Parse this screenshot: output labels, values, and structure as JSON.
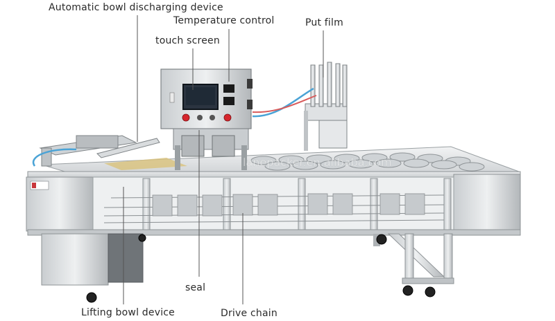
{
  "labels": {
    "automatic_bowl_discharging_device": "Automatic bowl discharging device",
    "temperature_control": "Temperature control",
    "touch_screen": "touch screen",
    "put_film": "Put film",
    "seal": "seal",
    "lifting_bowl_device": "Lifting bowl device",
    "drive_chain": "Drive chain"
  },
  "colors": {
    "steel_light": "#d9dcde",
    "steel_mid": "#b9bdc0",
    "steel_dark": "#8e9396",
    "screen": "#1f2a36",
    "accent_red": "#d6262d",
    "hose_blue": "#4aa3d6",
    "hose_red": "#d85a5a",
    "text": "#2a2a2a"
  }
}
